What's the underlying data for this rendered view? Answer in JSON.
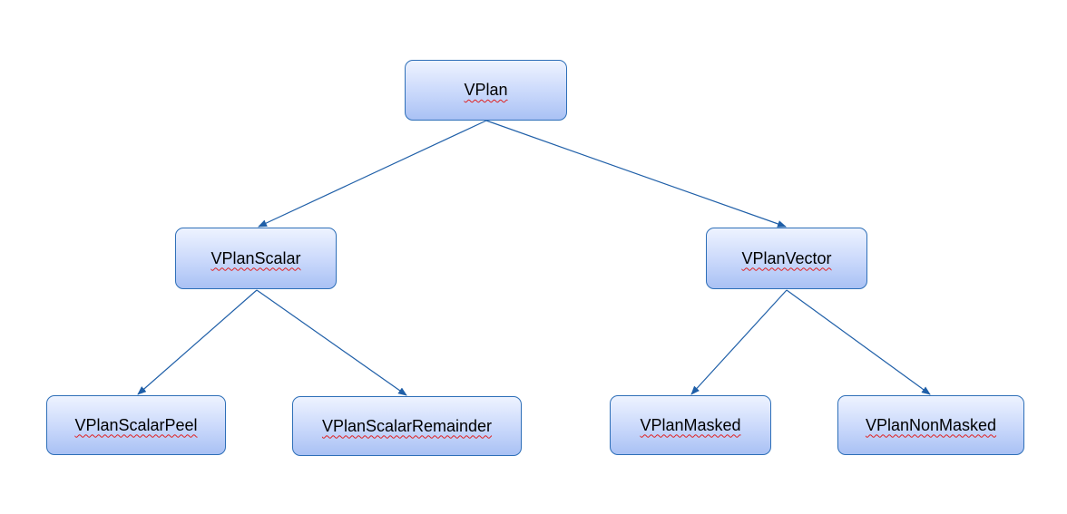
{
  "diagram": {
    "nodes": {
      "root": "VPlan",
      "scalar": "VPlanScalar",
      "vector": "VPlanVector",
      "scalar_peel": "VPlanScalarPeel",
      "scalar_remainder": "VPlanScalarRemainder",
      "masked": "VPlanMasked",
      "non_masked": "VPlanNonMasked"
    },
    "edges": [
      {
        "from": "VPlan",
        "to": "VPlanScalar"
      },
      {
        "from": "VPlan",
        "to": "VPlanVector"
      },
      {
        "from": "VPlanScalar",
        "to": "VPlanScalarPeel"
      },
      {
        "from": "VPlanScalar",
        "to": "VPlanScalarRemainder"
      },
      {
        "from": "VPlanVector",
        "to": "VPlanMasked"
      },
      {
        "from": "VPlanVector",
        "to": "VPlanNonMasked"
      }
    ],
    "colors": {
      "edge": "#1f5fa8",
      "node_border": "#2e6fb8",
      "node_fill_top": "#eef3ff",
      "node_fill_bottom": "#a9c1f4",
      "spellcheck_underline": "#e02020"
    }
  }
}
